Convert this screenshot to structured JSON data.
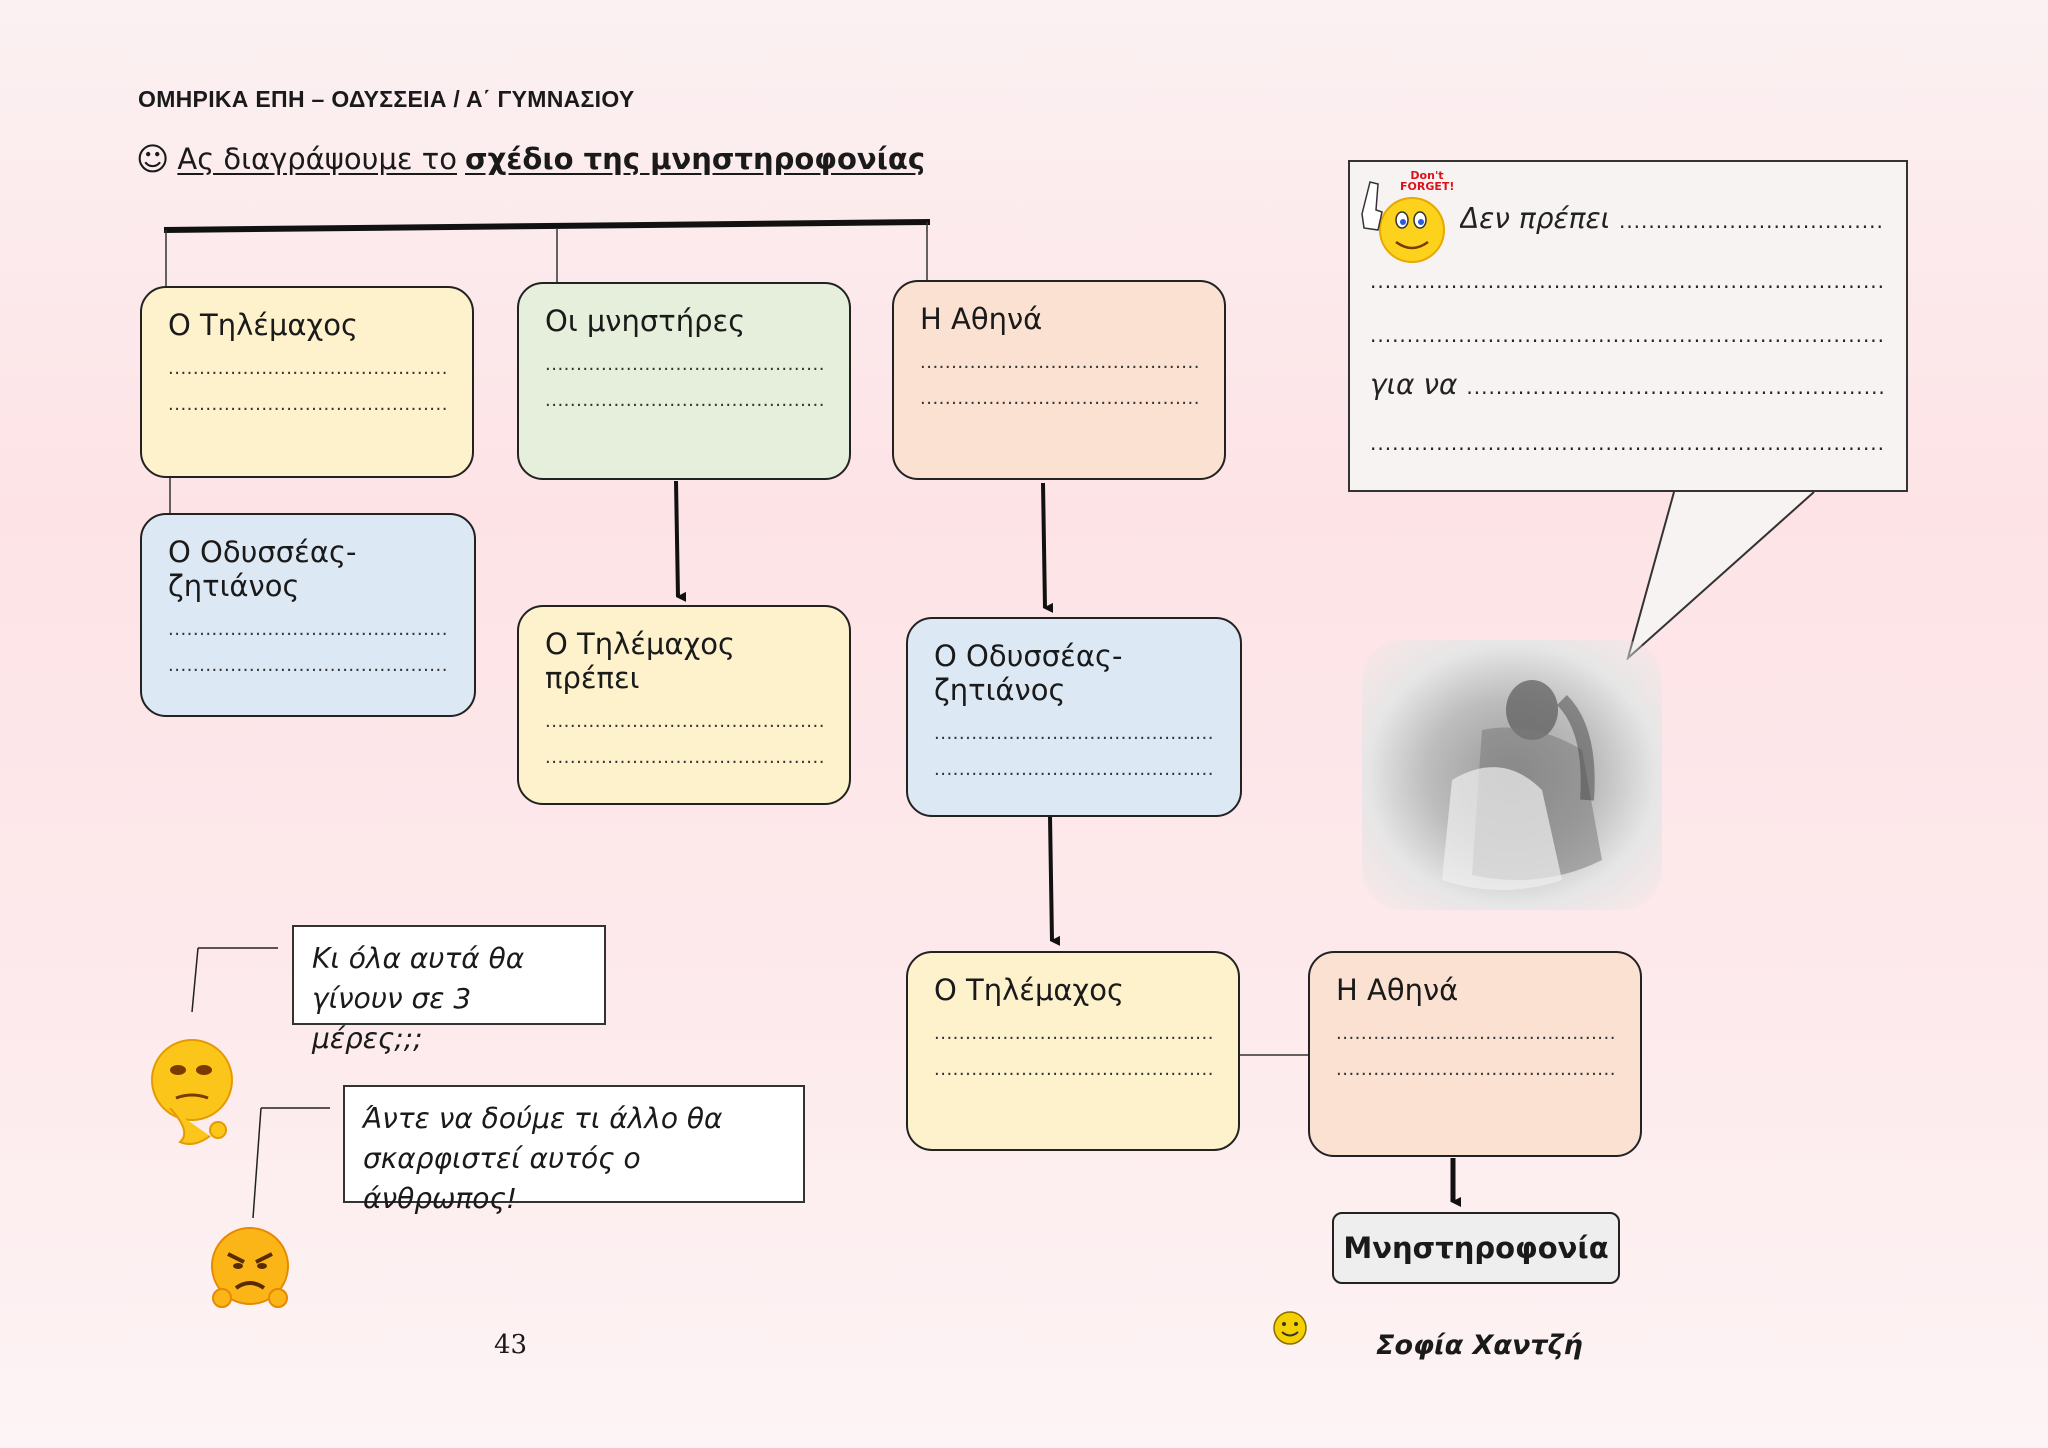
{
  "header": {
    "title": "ΟΜΗΡΙΚΑ ΕΠΗ – ΟΔΥΣΣΕΙΑ / Α΄ ΓΥΜΝΑΣΙΟΥ"
  },
  "instruction": {
    "smiley": "☺",
    "lead": "Ας διαγράψουμε το",
    "bold": "σχέδιο της μνηστηροφονίας"
  },
  "dots": {
    "box": "....................................................",
    "short": "..........................................",
    "long": "......................................................................",
    "long_comma": "......................................................................,",
    "long_period": "......................................................................"
  },
  "boxes": {
    "telemachus_top": "Ο Τηλέμαχος",
    "suitors": "Οι μνηστήρες",
    "athena_top": "Η Αθηνά",
    "odysseus_left": "Ο Οδυσσέας-ζητιάνος",
    "telemachus_must": "Ο Τηλέμαχος πρέπει",
    "odysseus_mid": "Ο Οδυσσέας-ζητιάνος",
    "telemachus_bottom": "Ο Τηλέμαχος",
    "athena_bottom": "Η Αθηνά",
    "result": "Μνηστηροφονία"
  },
  "callout": {
    "badge": "Don't FORGET!",
    "line1": "Δεν πρέπει",
    "line4": "για να"
  },
  "speech": {
    "first_line1": "Κι όλα αυτά θα",
    "first_line2": "γίνουν σε 3 μέρες;;;",
    "second_line1": "Άντε να δούμε τι άλλο θα",
    "second_line2": "σκαρφιστεί αυτός ο άνθρωπος!"
  },
  "footer": {
    "page_number": "43",
    "author": "Σοφία Χαντζή"
  },
  "colors": {
    "yellow": "#fdf2cc",
    "green": "#e5efdb",
    "peach": "#fbe1d2",
    "blue": "#dde8f5"
  }
}
